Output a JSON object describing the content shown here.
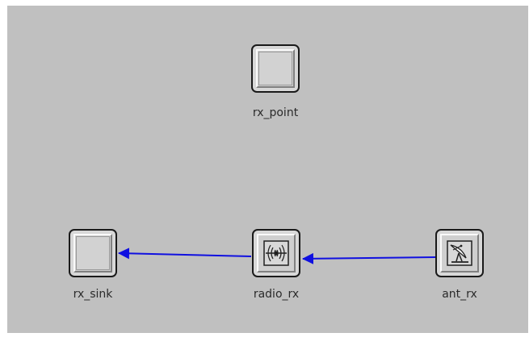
{
  "colors": {
    "canvas": "#c0c0c0",
    "link": "#1010e0",
    "node_border": "#1a1a1a"
  },
  "nodes": [
    {
      "id": "rx_point",
      "label": "rx_point",
      "icon": "empty-module-icon"
    },
    {
      "id": "rx_sink",
      "label": "rx_sink",
      "icon": "empty-module-icon"
    },
    {
      "id": "radio_rx",
      "label": "radio_rx",
      "icon": "radio-receiver-icon"
    },
    {
      "id": "ant_rx",
      "label": "ant_rx",
      "icon": "antenna-dish-icon"
    }
  ],
  "links": [
    {
      "from": "ant_rx",
      "to": "radio_rx"
    },
    {
      "from": "radio_rx",
      "to": "rx_sink"
    }
  ]
}
